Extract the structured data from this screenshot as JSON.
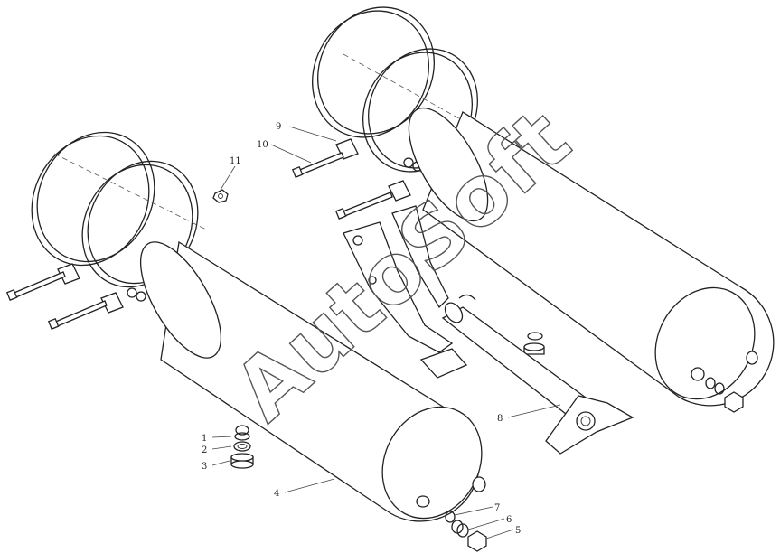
{
  "watermark": "AutoSoft",
  "part_labels": {
    "p1": "1",
    "p2": "2",
    "p3": "3",
    "p4": "4",
    "p5": "5",
    "p6": "6",
    "p7": "7",
    "p8": "8",
    "p9": "9",
    "p10": "10",
    "p11": "11"
  }
}
